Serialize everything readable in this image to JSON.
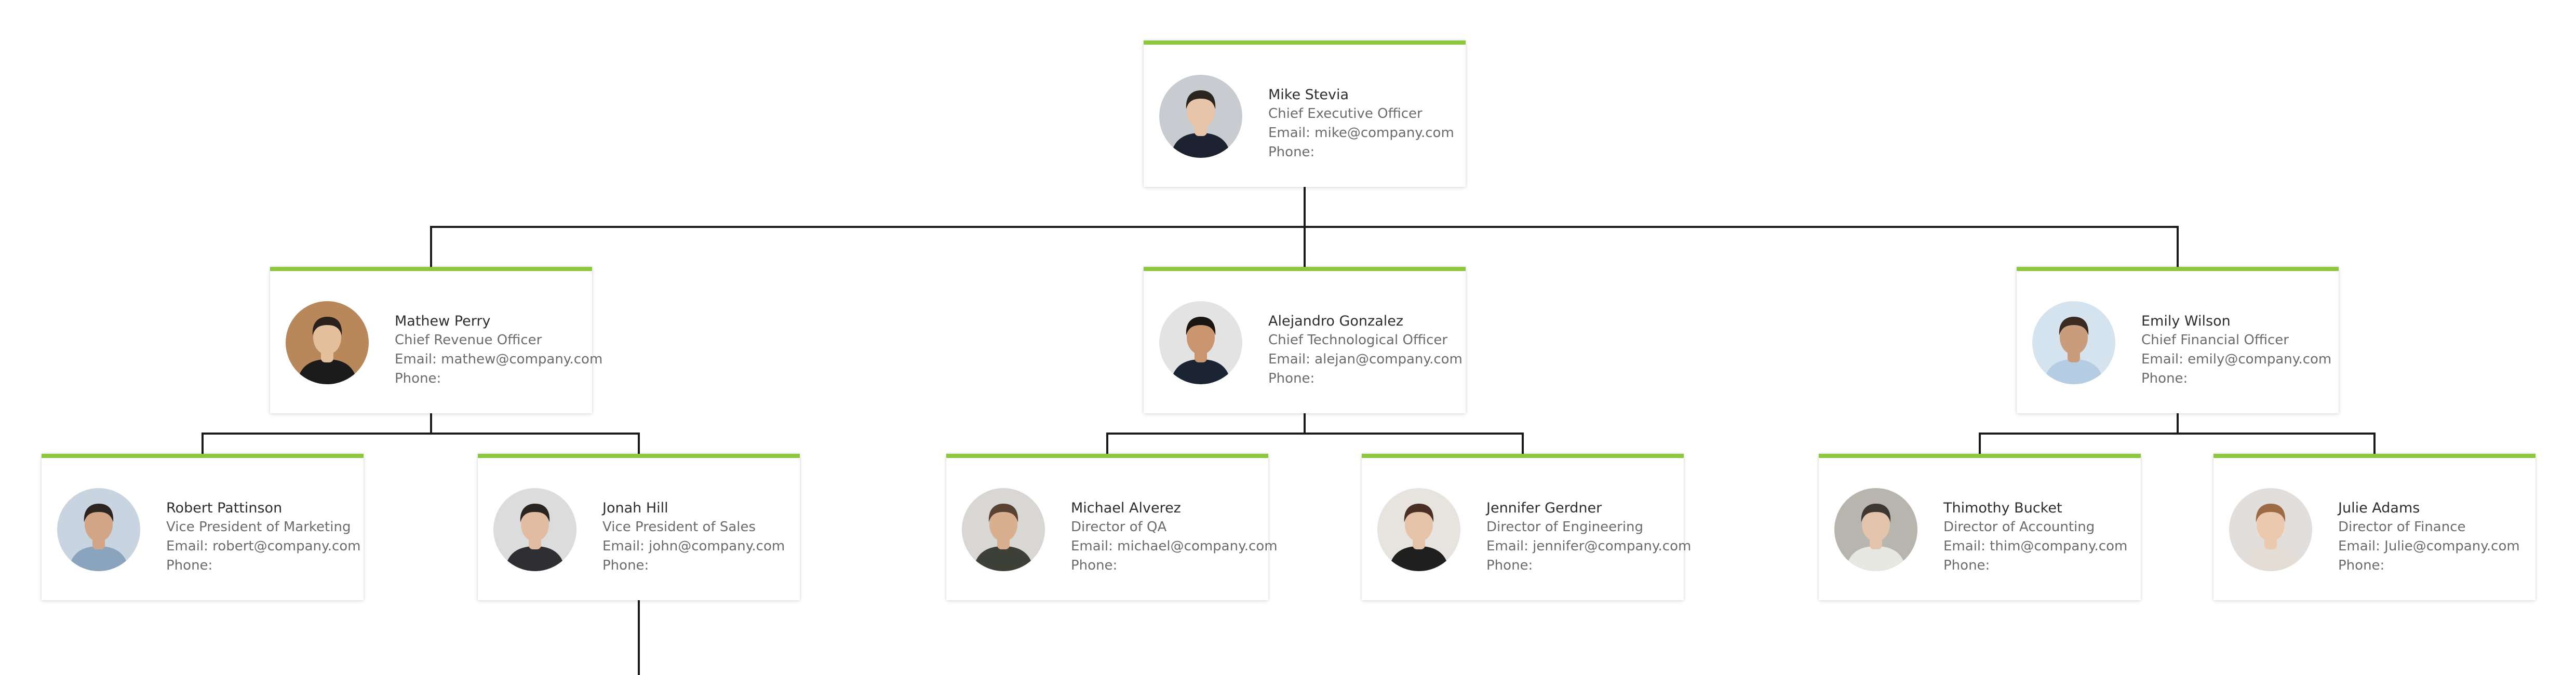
{
  "nodes": [
    {
      "id": "ceo",
      "name": "Mike Stevia",
      "title": "Chief Executive Officer",
      "email_label": "Email:",
      "email": "mike@company.com",
      "phone_label": "Phone:",
      "phone": "",
      "avatar": {
        "bg": "#c8ccd1",
        "skin": "#e8c4a8",
        "hair": "#2b2520",
        "shirt": "#1d2230"
      }
    },
    {
      "id": "cro",
      "name": "Mathew Perry",
      "title": "Chief Revenue Officer",
      "email_label": "Email:",
      "email": "mathew@company.com",
      "phone_label": "Phone:",
      "phone": "",
      "avatar": {
        "bg": "#b8875a",
        "skin": "#e4bf9c",
        "hair": "#2a211c",
        "shirt": "#1b1b1b"
      }
    },
    {
      "id": "cto",
      "name": "Alejandro Gonzalez",
      "title": "Chief Technological Officer",
      "email_label": "Email:",
      "email": "alejan@company.com",
      "phone_label": "Phone:",
      "phone": "",
      "avatar": {
        "bg": "#e3e3e3",
        "skin": "#c9956e",
        "hair": "#1c1612",
        "shirt": "#1a2433"
      }
    },
    {
      "id": "cfo",
      "name": "Emily Wilson",
      "title": "Chief Financial Officer",
      "email_label": "Email:",
      "email": "emily@company.com",
      "phone_label": "Phone:",
      "phone": "",
      "avatar": {
        "bg": "#d5e3ee",
        "skin": "#c99c7c",
        "hair": "#3b2a22",
        "shirt": "#b5cde3"
      }
    },
    {
      "id": "vpm",
      "name": "Robert Pattinson",
      "title": "Vice President of Marketing",
      "email_label": "Email:",
      "email": "robert@company.com",
      "phone_label": "Phone:",
      "phone": "",
      "avatar": {
        "bg": "#c8d4df",
        "skin": "#d1a585",
        "hair": "#2c2420",
        "shirt": "#8aa4bd"
      }
    },
    {
      "id": "vps",
      "name": "Jonah Hill",
      "title": "Vice President of Sales",
      "email_label": "Email:",
      "email": "john@company.com",
      "phone_label": "Phone:",
      "phone": "",
      "avatar": {
        "bg": "#dcdcdc",
        "skin": "#e2bca0",
        "hair": "#2a2420",
        "shirt": "#2f2f33"
      }
    },
    {
      "id": "qa",
      "name": "Michael Alverez",
      "title": "Director of QA",
      "email_label": "Email:",
      "email": "michael@company.com",
      "phone_label": "Phone:",
      "phone": "",
      "avatar": {
        "bg": "#d9d7d3",
        "skin": "#d8b08f",
        "hair": "#5a4232",
        "shirt": "#3d4036"
      }
    },
    {
      "id": "eng",
      "name": "Jennifer Gerdner",
      "title": "Director of Engineering",
      "email_label": "Email:",
      "email": "jennifer@company.com",
      "phone_label": "Phone:",
      "phone": "",
      "avatar": {
        "bg": "#e7e3df",
        "skin": "#e6c2a6",
        "hair": "#4a3024",
        "shirt": "#1f1f1f"
      }
    },
    {
      "id": "acc",
      "name": "Thimothy Bucket",
      "title": "Director of Accounting",
      "email_label": "Email:",
      "email": "thim@company.com",
      "phone_label": "Phone:",
      "phone": "",
      "avatar": {
        "bg": "#b7b5ae",
        "skin": "#e2c3ac",
        "hair": "#3e3630",
        "shirt": "#e8e8e3"
      }
    },
    {
      "id": "fin",
      "name": "Julie Adams",
      "title": "Director of Finance",
      "email_label": "Email:",
      "email": "Julie@company.com",
      "phone_label": "Phone:",
      "phone": "",
      "avatar": {
        "bg": "#e2dedb",
        "skin": "#ebc8ae",
        "hair": "#9c6a45",
        "shirt": "#e4ddd6"
      }
    }
  ],
  "edges": [
    [
      "ceo",
      "cro"
    ],
    [
      "ceo",
      "cto"
    ],
    [
      "ceo",
      "cfo"
    ],
    [
      "cro",
      "vpm"
    ],
    [
      "cro",
      "vps"
    ],
    [
      "cto",
      "qa"
    ],
    [
      "cto",
      "eng"
    ],
    [
      "cfo",
      "acc"
    ],
    [
      "cfo",
      "fin"
    ]
  ],
  "colors": {
    "accent": "#8dc63f",
    "line": "#1a1a1a",
    "name": "#2d2d2d",
    "text": "#6b6b6b"
  }
}
